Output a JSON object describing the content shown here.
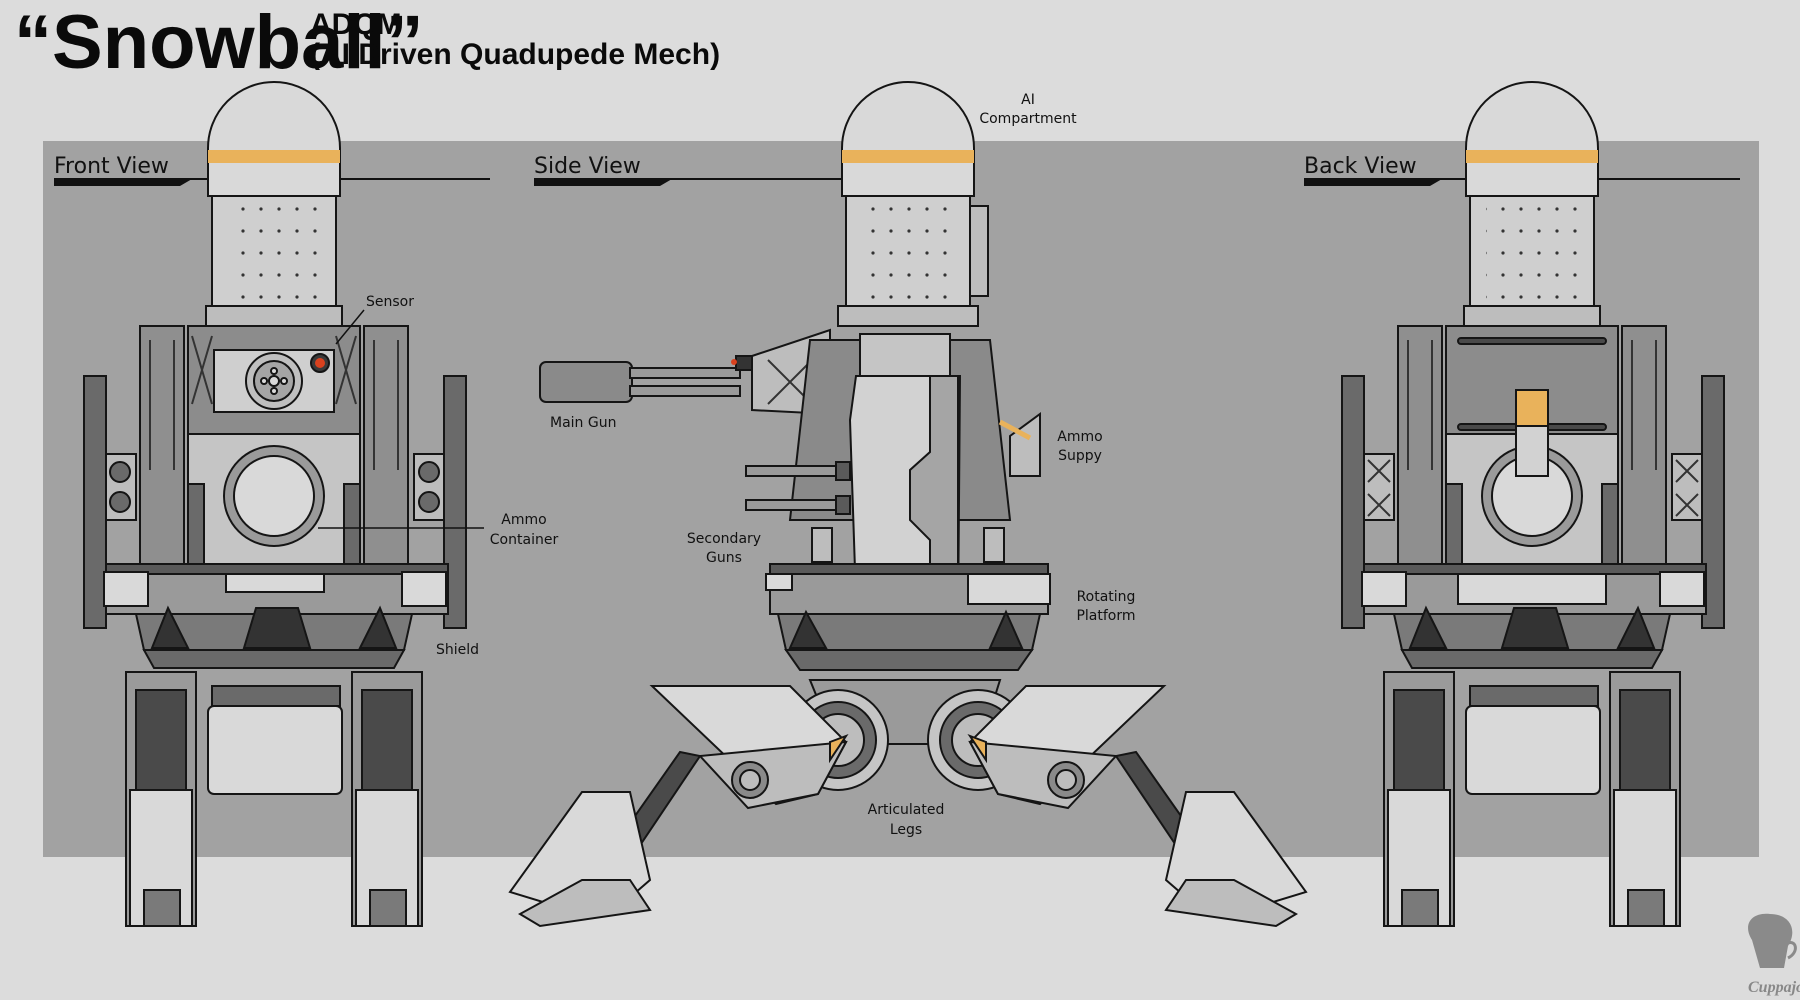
{
  "title": {
    "main": "“Snowball”",
    "code": "ADQM",
    "subtitle": "(AI Driven Quadupede Mech)"
  },
  "views": {
    "front": "Front View",
    "side": "Side View",
    "back": "Back View"
  },
  "callouts": {
    "sensor": "Sensor",
    "ammo_container_1": "Ammo",
    "ammo_container_2": "Container",
    "shield": "Shield",
    "main_gun": "Main Gun",
    "ai_compartment_1": "AI",
    "ai_compartment_2": "Compartment",
    "ammo_supply_1": "Ammo",
    "ammo_supply_2": "Suppy",
    "secondary_guns_1": "Secondary",
    "secondary_guns_2": "Guns",
    "rotating_platform_1": "Rotating",
    "rotating_platform_2": "Platform",
    "articulated_legs_1": "Articulated",
    "articulated_legs_2": "Legs"
  },
  "watermark": "Cuppajo",
  "colors": {
    "background": "#dcdcdc",
    "panel": "#a2a2a2",
    "dome": "#d9d9d9",
    "stripe": "#e9b25b",
    "metal_light": "#cfcfcf",
    "metal_mid": "#9a9a9a",
    "metal_dark": "#5a5a5a",
    "sensor_red": "#d9411e",
    "outline": "#151515"
  }
}
